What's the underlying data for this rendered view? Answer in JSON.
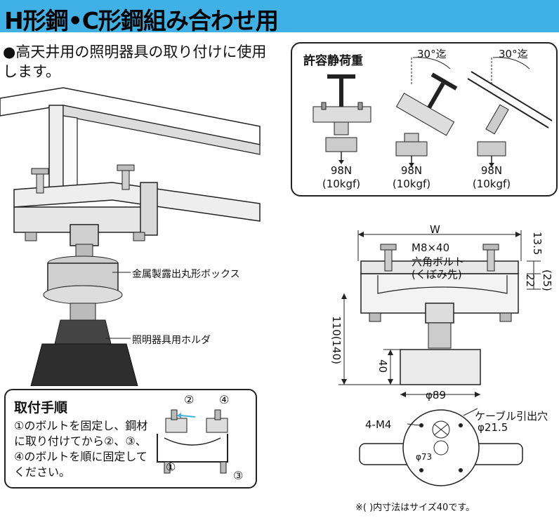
{
  "title": "H形鋼•C形鋼組み合わせ用",
  "intro": {
    "bullet": "●",
    "text": "高天井用の照明器具の取り付けに使用します。"
  },
  "illustration": {
    "label_box": "金属製露出丸形ボックス",
    "label_holder": "照明器具用ホルダ"
  },
  "load_panel": {
    "title": "許容静荷重",
    "angle_labels": [
      "30°迄",
      "30°迄"
    ],
    "loads": [
      {
        "value": "98N",
        "kgf": "(10kgf)"
      },
      {
        "value": "98N",
        "kgf": "(10kgf)"
      },
      {
        "value": "98N",
        "kgf": "(10kgf)"
      }
    ]
  },
  "procedure": {
    "title": "取付手順",
    "text": "①のボルトを固定し、鋼材に取り付けてから②、③、④のボルトを順に固定してください。",
    "markers": [
      "①",
      "②",
      "③",
      "④"
    ]
  },
  "dimensions": {
    "w": "W",
    "bolt_line1": "M8×40",
    "bolt_line2": "六角ボルト",
    "bolt_line3": "(くぼみ先)",
    "d13": "13.5",
    "d22": "22",
    "d25": "(25)",
    "d110": "110(140)",
    "d40": "40",
    "phi89": "φ89",
    "m4": "4-M4",
    "cable1": "ケーブル引出穴",
    "cable2": "φ21.5",
    "phi73": "φ73"
  },
  "footnote": "※( )内寸法はサイズ40です。",
  "colors": {
    "title_bar": "#3fb1e4"
  }
}
